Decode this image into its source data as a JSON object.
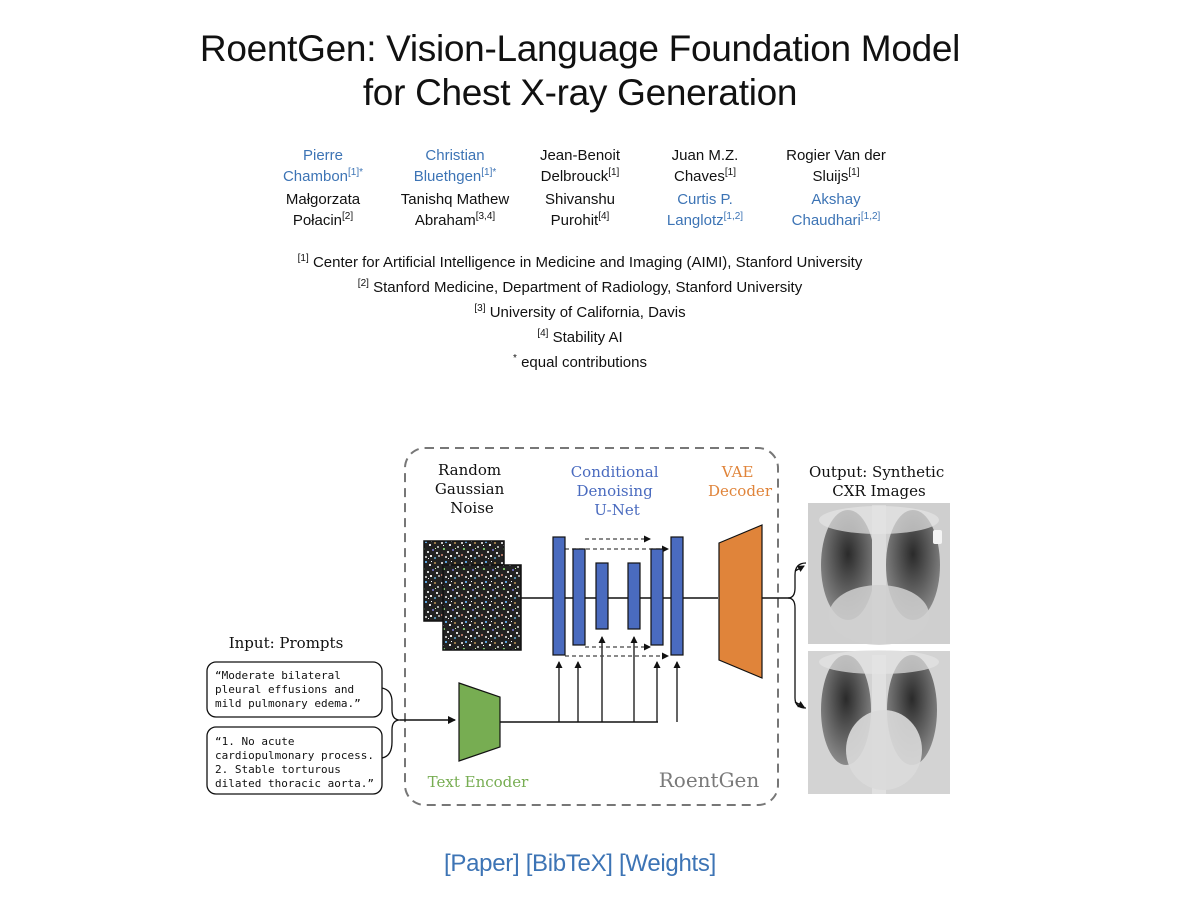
{
  "title": {
    "line1": "RoentGen: Vision-Language Foundation Model",
    "line2": "for Chest X-ray Generation"
  },
  "authors": [
    {
      "line1": "Pierre",
      "line2": "Chambon",
      "aff": "[1]*",
      "linked": true
    },
    {
      "line1": "Christian",
      "line2": "Bluethgen",
      "aff": "[1]*",
      "linked": true
    },
    {
      "line1": "Jean-Benoit",
      "line2": "Delbrouck",
      "aff": "[1]",
      "linked": false
    },
    {
      "line1": "Juan M.Z.",
      "line2": "Chaves",
      "aff": "[1]",
      "linked": false
    },
    {
      "line1": "Rogier Van der",
      "line2": "Sluijs",
      "aff": "[1]",
      "linked": false
    },
    {
      "line1": "Małgorzata",
      "line2": "Połacin",
      "aff": "[2]",
      "linked": false
    },
    {
      "line1": "Tanishq Mathew",
      "line2": "Abraham",
      "aff": "[3,4]",
      "linked": false
    },
    {
      "line1": "Shivanshu",
      "line2": "Purohit",
      "aff": "[4]",
      "linked": false
    },
    {
      "line1": "Curtis P.",
      "line2": "Langlotz",
      "aff": "[1,2]",
      "linked": true
    },
    {
      "line1": "Akshay",
      "line2": "Chaudhari",
      "aff": "[1,2]",
      "linked": true
    }
  ],
  "affiliations": [
    {
      "mark": "[1]",
      "text": "Center for Artificial Intelligence in Medicine and Imaging (AIMI), Stanford University"
    },
    {
      "mark": "[2]",
      "text": "Stanford Medicine, Department of Radiology, Stanford University"
    },
    {
      "mark": "[3]",
      "text": "University of California, Davis"
    },
    {
      "mark": "[4]",
      "text": "Stability AI"
    },
    {
      "mark": "*",
      "text": "equal contributions"
    }
  ],
  "figure": {
    "input_label": "Input: Prompts",
    "prompt1": [
      "“Moderate bilateral",
      "pleural effusions and",
      "mild pulmonary edema.”"
    ],
    "prompt2": [
      "“1. No acute",
      "cardiopulmonary process.",
      "2. Stable torturous",
      "dilated thoracic aorta.”"
    ],
    "noise_label": [
      "Random",
      "Gaussian",
      "Noise"
    ],
    "unet_label": [
      "Conditional",
      "Denoising",
      "U-Net"
    ],
    "vae_label": [
      "VAE",
      "Decoder"
    ],
    "output_label": [
      "Output: Synthetic",
      "CXR Images"
    ],
    "text_encoder_label": "Text Encoder",
    "model_name": "RoentGen",
    "colors": {
      "unet": "#4a6bbf",
      "vae": "#e0843a",
      "encoder": "#77ad52",
      "link": "#3d74b5"
    }
  },
  "links": {
    "paper": "[Paper]",
    "bibtex": "[BibTeX]",
    "weights": "[Weights]"
  }
}
